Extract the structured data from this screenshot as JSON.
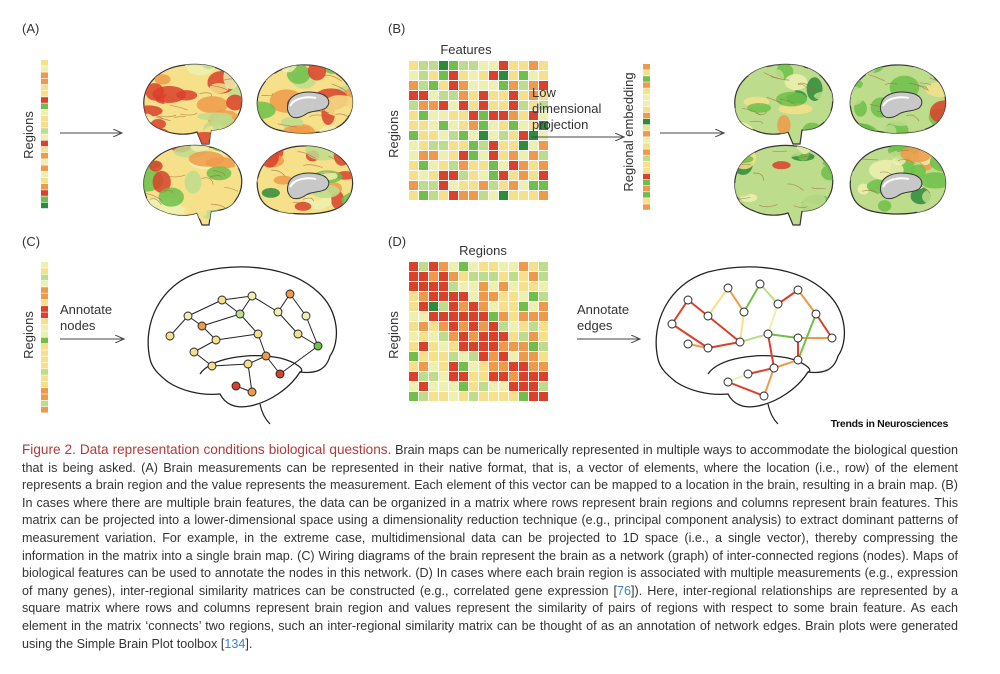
{
  "figure": {
    "panel_labels": [
      "(A)",
      "(B)",
      "(C)",
      "(D)"
    ],
    "panel_a": {
      "axis_label": "Regions"
    },
    "panel_b": {
      "top_label": "Features",
      "axis_label": "Regions",
      "arrow_text": [
        "Low",
        "dimensional",
        "projection"
      ],
      "embedding_label": "Regional embedding"
    },
    "panel_c": {
      "axis_label": "Regions",
      "arrow_text": [
        "Annotate",
        "nodes"
      ]
    },
    "panel_d": {
      "top_label": "Regions",
      "axis_label": "Regions",
      "arrow_text": [
        "Annotate",
        "edges"
      ]
    },
    "journal": "Trends in Neurosciences",
    "colors": {
      "red": "#d9412b",
      "orange": "#ef9a4a",
      "yellow": "#f6e08a",
      "pale": "#eef0b0",
      "lightgreen": "#bddc8c",
      "green": "#6fbf4a",
      "darkgreen": "#2e8b3a",
      "title_red": "#b03a3a",
      "link_blue": "#3a86c7"
    }
  },
  "caption": {
    "title": "Figure 2. Data representation conditions biological questions.",
    "text1": " Brain maps can be numerically represented in multiple ways to accommodate the biological question that is being asked. (A) Brain measurements can be represented in their native format, that is, a vector of elements, where the location (i.e., row) of the element represents a brain region and the value represents the measurement. Each element of this vector can be mapped to a location in the brain, resulting in a brain map. (B) In cases where there are multiple brain features, the data can be organized in a matrix where rows represent brain regions and columns represent brain features. This matrix can be projected into a lower-dimensional space using a dimensionality reduction technique (e.g., principal component analysis) to extract dominant patterns of measurement variation. For example, in the extreme case, multidimensional data can be projected to 1D space (i.e., a single vector), thereby compressing the information in the matrix into a single brain map. (C) Wiring diagrams of the brain represent the brain as a network (graph) of inter-connected regions (nodes). Maps of biological features can be used to annotate the nodes in this network. (D) In cases where each brain region is associated with multiple measurements (e.g., expression of many genes), inter-regional similarity matrices can be constructed (e.g., correlated gene expression [",
    "ref1": "76",
    "text2": "]). Here, inter-regional relationships are represented by a square matrix where rows and columns represent brain region and values represent the similarity of pairs of regions with respect to some brain feature. As each element in the matrix ‘connects’ two regions, such an inter-regional similarity matrix can be thought of as an annotation of network edges. Brain plots were generated using the Simple Brain Plot toolbox [",
    "ref2": "134",
    "text3": "]."
  }
}
